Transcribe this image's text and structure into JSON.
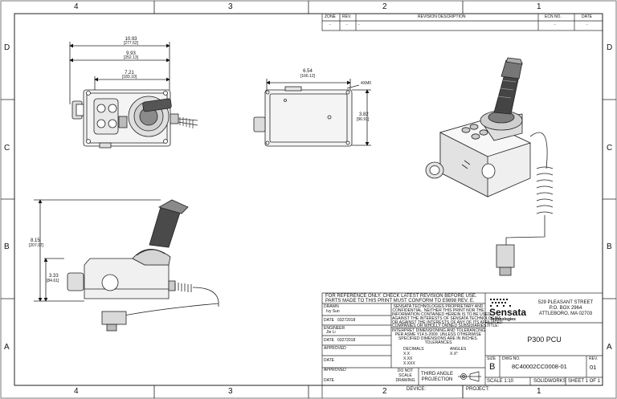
{
  "zones": {
    "top_columns": [
      "4",
      "3",
      "2",
      "1"
    ],
    "bottom_columns": [
      "4",
      "3",
      "2",
      "1"
    ],
    "left_rows": [
      "D",
      "C",
      "B",
      "A"
    ],
    "right_rows": [
      "D",
      "C",
      "B",
      "A"
    ]
  },
  "revision_block": {
    "headers": [
      "ZONE",
      "REV.",
      "REVISION DESCRIPTION",
      "ECN NO.",
      "DATE"
    ],
    "row": [
      "-",
      "-",
      "-",
      "-",
      "-"
    ]
  },
  "dimensions": {
    "top_overall": "10.93",
    "top_overall_mm": "[277.52]",
    "top_mid": "9.93",
    "top_mid_mm": "[252.13]",
    "top_inner": "7.21",
    "top_inner_mm": "[183.10]",
    "end_width": "6.54",
    "end_width_mm": "[166.12]",
    "end_hole_callout": "4XM0",
    "end_height": "3.82",
    "end_height_mm": "[96.91]",
    "side_overall_height": "8.15",
    "side_overall_height_mm": "[207.07]",
    "side_body_height": "3.33",
    "side_body_height_mm": "[84.61]"
  },
  "title_block": {
    "note": "FOR REFERENCE ONLY. CHECK LATEST REVISION BEFORE USE.",
    "note2": "PARTS MADE TO THIS PRINT MUST CONFORM TO E9898 REV. E.",
    "drawn_label": "DRAWN",
    "drawn_by": "Ivy Sun",
    "drawn_date_label": "DATE",
    "drawn_date": "03272018",
    "engineer_label": "ENGINEER",
    "engineer": "Jie Li",
    "engineer_date_label": "DATE",
    "engineer_date": "03272018",
    "approved1_label": "APPROVED",
    "approved1_date_label": "DATE",
    "approved2_label": "APPROVED",
    "approved2_date_label": "DATE",
    "proprietary": [
      "SENSATA TECHNOLOGIES PROPRIETARY AND",
      "CONFIDENTIAL. NEITHER THIS PRINT NOR THE",
      "INFORMATION CONTAINED HEREIN IS TO BE USED",
      "AGAINST THE INTERESTS OF SENSATA TECHNOLOGIES",
      "OR AGAINST THE INTERESTS OF ANY OF ITS AFFILIATED",
      "COMPANIES OR WHOLLY OWNED SUBSIDIARIES."
    ],
    "tolerancing": [
      "INTERPRET DIMENSIONING AND TOLERANCING",
      "PER ASME Y14.5-2009. UNLESS OTHERWISE",
      "SPECIFIED DIMENSIONS ARE IN INCHES.",
      "TOLERANCES"
    ],
    "decimals_label": "DECIMALS",
    "decimals": [
      "X.X",
      "X.XX",
      "X.XXX"
    ],
    "angles_label": "ANGLES",
    "angles": [
      "X.X°"
    ],
    "do_not_scale": [
      "DO NOT",
      "SCALE",
      "DRAWING"
    ],
    "projection": [
      "THIRD ANGLE",
      "PROJECTION"
    ],
    "company_logo": "Sensata",
    "company_logo_sub": "Technologies",
    "address": [
      "529 PLEASANT STREET",
      "P.O. BOX 2964",
      "ATTLEBORO, MA 02703"
    ],
    "title_label": "TITLE:",
    "title": "P300 PCU",
    "size_label": "SIZE",
    "size": "B",
    "dwg_label": "DWG NO.",
    "dwg_no": "8C40002CC0008-01",
    "rev_label": "REV.",
    "rev": "01",
    "scale": "SCALE  1:10",
    "software": "SOLIDWORKS",
    "sheet": "SHEET  1 OF 1",
    "device_label": "DEVICE:",
    "project_label": "PROJECT:"
  }
}
